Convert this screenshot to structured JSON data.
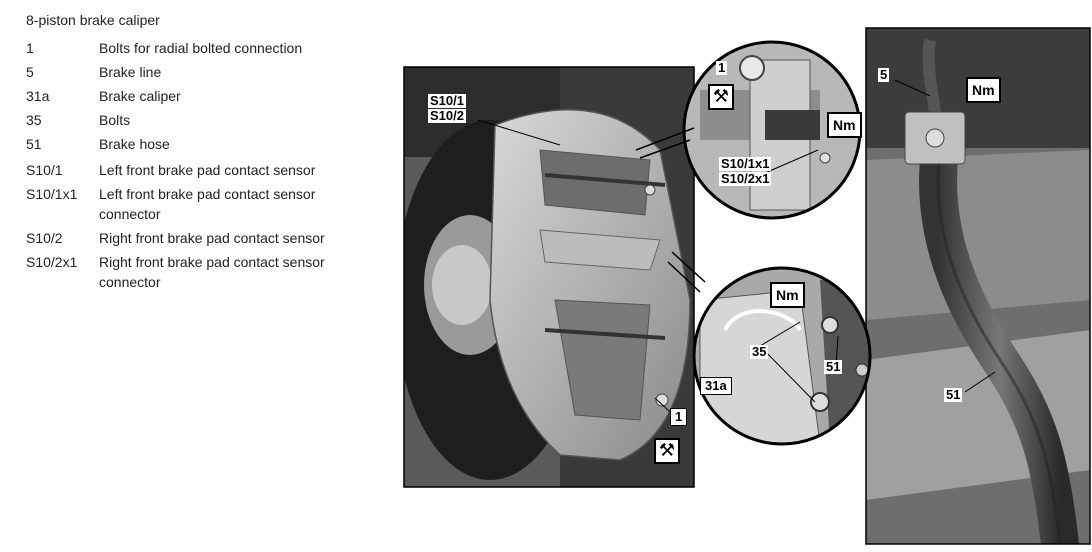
{
  "legend": {
    "title": "8-piston brake caliper",
    "items": [
      {
        "code": "1",
        "desc": "Bolts for radial bolted connection"
      },
      {
        "code": "5",
        "desc": "Brake line"
      },
      {
        "code": "31a",
        "desc": "Brake caliper"
      },
      {
        "code": "35",
        "desc": "Bolts"
      },
      {
        "code": "51",
        "desc": "Brake hose"
      },
      {
        "code": "S10/1",
        "desc": "Left front brake pad contact sensor"
      },
      {
        "code": "S10/1x1",
        "desc": "Left front brake pad contact sensor connector"
      },
      {
        "code": "S10/2",
        "desc": "Right front brake pad contact sensor"
      },
      {
        "code": "S10/2x1",
        "desc": "Right front brake pad contact sensor connector"
      }
    ]
  },
  "figure": {
    "callouts": {
      "s10_1": "S10/1",
      "s10_2": "S10/2",
      "bolt_main": "1",
      "bolt_zoom": "1",
      "s10_1x1": "S10/1x1",
      "s10_2x1": "S10/2x1",
      "nm_top": "Nm",
      "nm_mid": "Nm",
      "nm_right": "Nm",
      "bolts_35": "35",
      "caliper_31a": "31a",
      "hose_51_mid": "51",
      "hose_51_right": "51",
      "line_5": "5"
    },
    "tool_symbol": "⚒"
  }
}
